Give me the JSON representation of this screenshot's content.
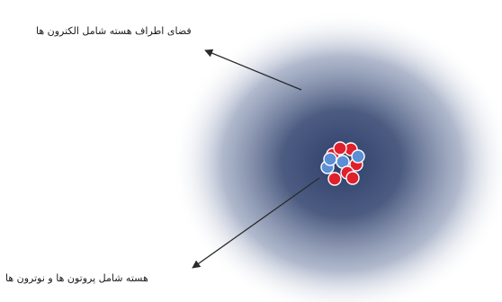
{
  "labels": {
    "electron_cloud": "فضای اطراف هسته شامل الکترون ها",
    "nucleus": "هسته شامل پروتون ها و نوترون ها"
  },
  "colors": {
    "cloud_center": "#2d3f6b",
    "cloud_mid": "#6f7fa3",
    "cloud_edge": "#ffffff",
    "proton": "#e0202c",
    "neutron": "#5b8fd6",
    "arrow": "#2a2a2a"
  },
  "nucleus_particles": [
    {
      "kind": "proton"
    },
    {
      "kind": "proton"
    },
    {
      "kind": "neutron"
    },
    {
      "kind": "proton"
    },
    {
      "kind": "neutron"
    },
    {
      "kind": "proton"
    },
    {
      "kind": "proton"
    },
    {
      "kind": "neutron"
    },
    {
      "kind": "proton"
    },
    {
      "kind": "proton"
    },
    {
      "kind": "neutron"
    }
  ]
}
